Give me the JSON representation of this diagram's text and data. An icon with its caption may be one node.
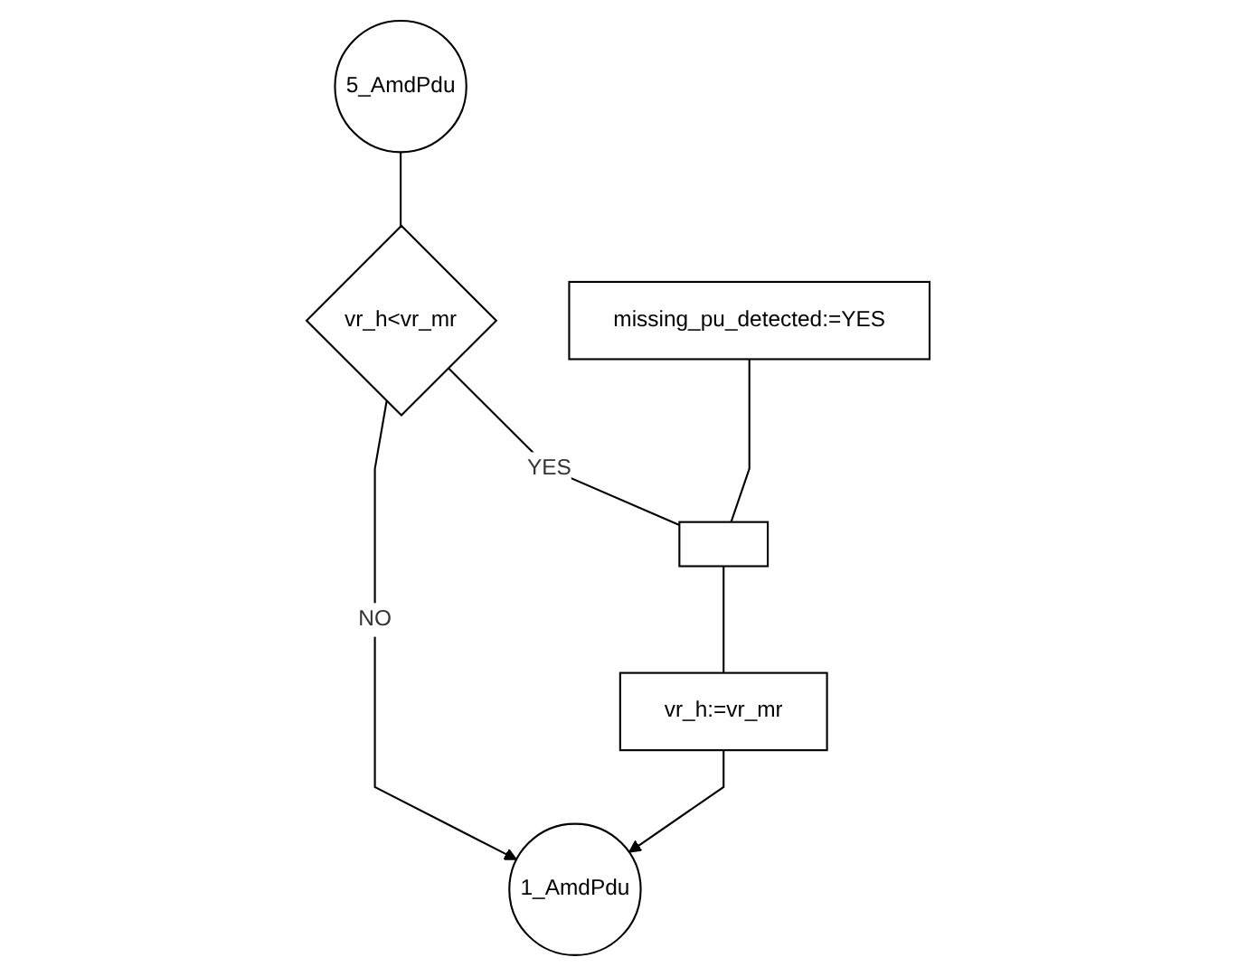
{
  "diagram": {
    "nodes": [
      {
        "text": [
          "5_AmdPdu"
        ]
      },
      {
        "text": [
          "vr_h<vr_mr"
        ]
      },
      {
        "text": [
          "missing_pu_detected:=YES"
        ]
      },
      {
        "text": [],
        "shape": "box"
      },
      {
        "text": [
          "vr_h:=vr_mr"
        ]
      },
      {
        "text": [
          "1_AmdPdu"
        ]
      }
    ],
    "edges": [
      {
        "from": 0,
        "to": 1,
        "arrow": "none"
      },
      {
        "from": 1,
        "to": 3,
        "arrow": "none",
        "label": "YES"
      },
      {
        "from": 2,
        "to": 3,
        "arrow": "none"
      },
      {
        "from": 3,
        "to": 4,
        "arrow": "none"
      },
      {
        "from": 4,
        "to": 5,
        "arrow": "to"
      },
      {
        "from": 1,
        "to": 5,
        "arrow": "to",
        "label": "NO"
      }
    ]
  }
}
